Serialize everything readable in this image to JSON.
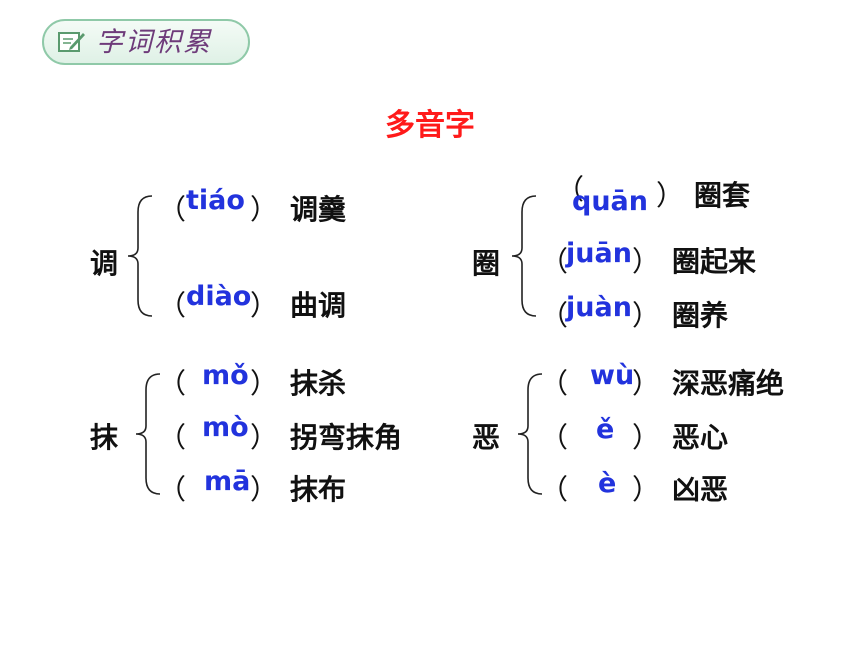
{
  "header": {
    "badge_label": "字词积累",
    "badge_icon": "pencil-note-icon",
    "accent_color": "#6e3b7a",
    "badge_border": "#8fc9a8"
  },
  "title": "多音字",
  "title_color": "#ff1a1a",
  "pinyin_color": "#2233dd",
  "groups": [
    {
      "char": "调",
      "items": [
        {
          "pinyin": "tiáo",
          "word": "调羹"
        },
        {
          "pinyin": "diào",
          "word": "曲调"
        }
      ]
    },
    {
      "char": "圈",
      "items": [
        {
          "pinyin": "quān",
          "word": "圈套"
        },
        {
          "pinyin": "juān",
          "word": "圈起来"
        },
        {
          "pinyin": "juàn",
          "word": "圈养"
        }
      ]
    },
    {
      "char": "抹",
      "items": [
        {
          "pinyin": "mǒ",
          "word": "抹杀"
        },
        {
          "pinyin": "mò",
          "word": "拐弯抹角"
        },
        {
          "pinyin": "mā",
          "word": "抹布"
        }
      ]
    },
    {
      "char": "恶",
      "items": [
        {
          "pinyin": "wù",
          "word": "深恶痛绝"
        },
        {
          "pinyin": "ě",
          "word": "恶心"
        },
        {
          "pinyin": "è",
          "word": "凶恶"
        }
      ]
    }
  ],
  "paren_open": "（",
  "paren_close": "）"
}
